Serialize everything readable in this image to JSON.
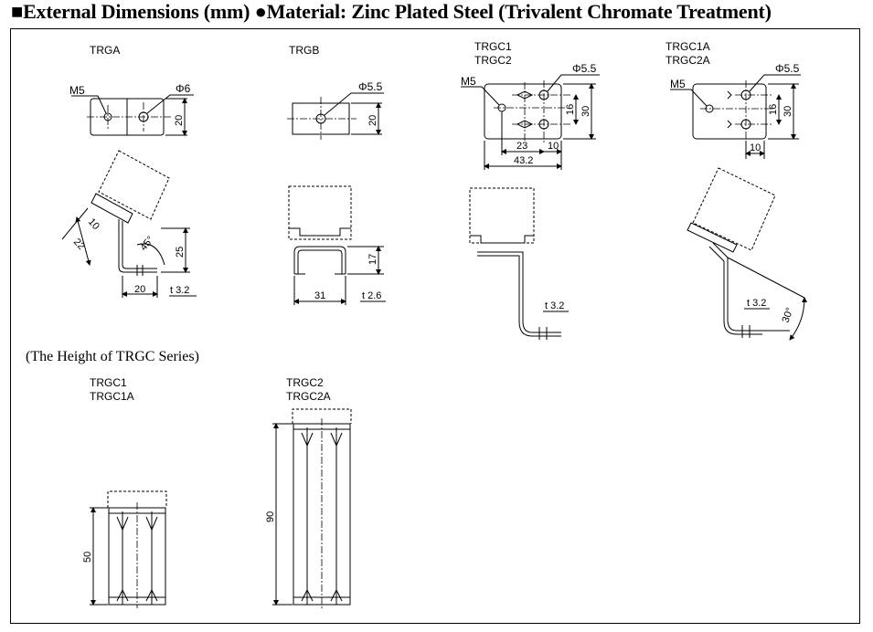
{
  "header": {
    "title": "■External Dimensions (mm) ●Material: Zinc Plated Steel (Trivalent Chromate Treatment)"
  },
  "trga": {
    "name": "TRGA",
    "thread": "M5",
    "hole": "Φ6",
    "height": "20",
    "angle": "45°",
    "dim_10": "10",
    "dim_22": "22",
    "dim_25": "25",
    "width": "20",
    "thickness": "t 3.2"
  },
  "trgb": {
    "name": "TRGB",
    "hole": "Φ5.5",
    "height": "20",
    "dim_17": "17",
    "width": "31",
    "thickness": "t 2.6"
  },
  "trgc": {
    "name1": "TRGC1",
    "name2": "TRGC2",
    "thread": "M5",
    "hole": "Φ5.5",
    "dim_16": "16",
    "dim_30": "30",
    "dim_23": "23",
    "dim_10": "10",
    "dim_43": "43.2",
    "thickness": "t 3.2"
  },
  "trgca": {
    "name1": "TRGC1A",
    "name2": "TRGC2A",
    "thread": "M5",
    "hole": "Φ5.5",
    "dim_16": "16",
    "dim_30": "30",
    "dim_10": "10",
    "thickness": "t 3.2",
    "angle": "30°"
  },
  "height_section": {
    "caption": "(The Height of TRGC Series)",
    "c1_name1": "TRGC1",
    "c1_name2": "TRGC1A",
    "c1_height": "50",
    "c2_name1": "TRGC2",
    "c2_name2": "TRGC2A",
    "c2_height": "90"
  }
}
